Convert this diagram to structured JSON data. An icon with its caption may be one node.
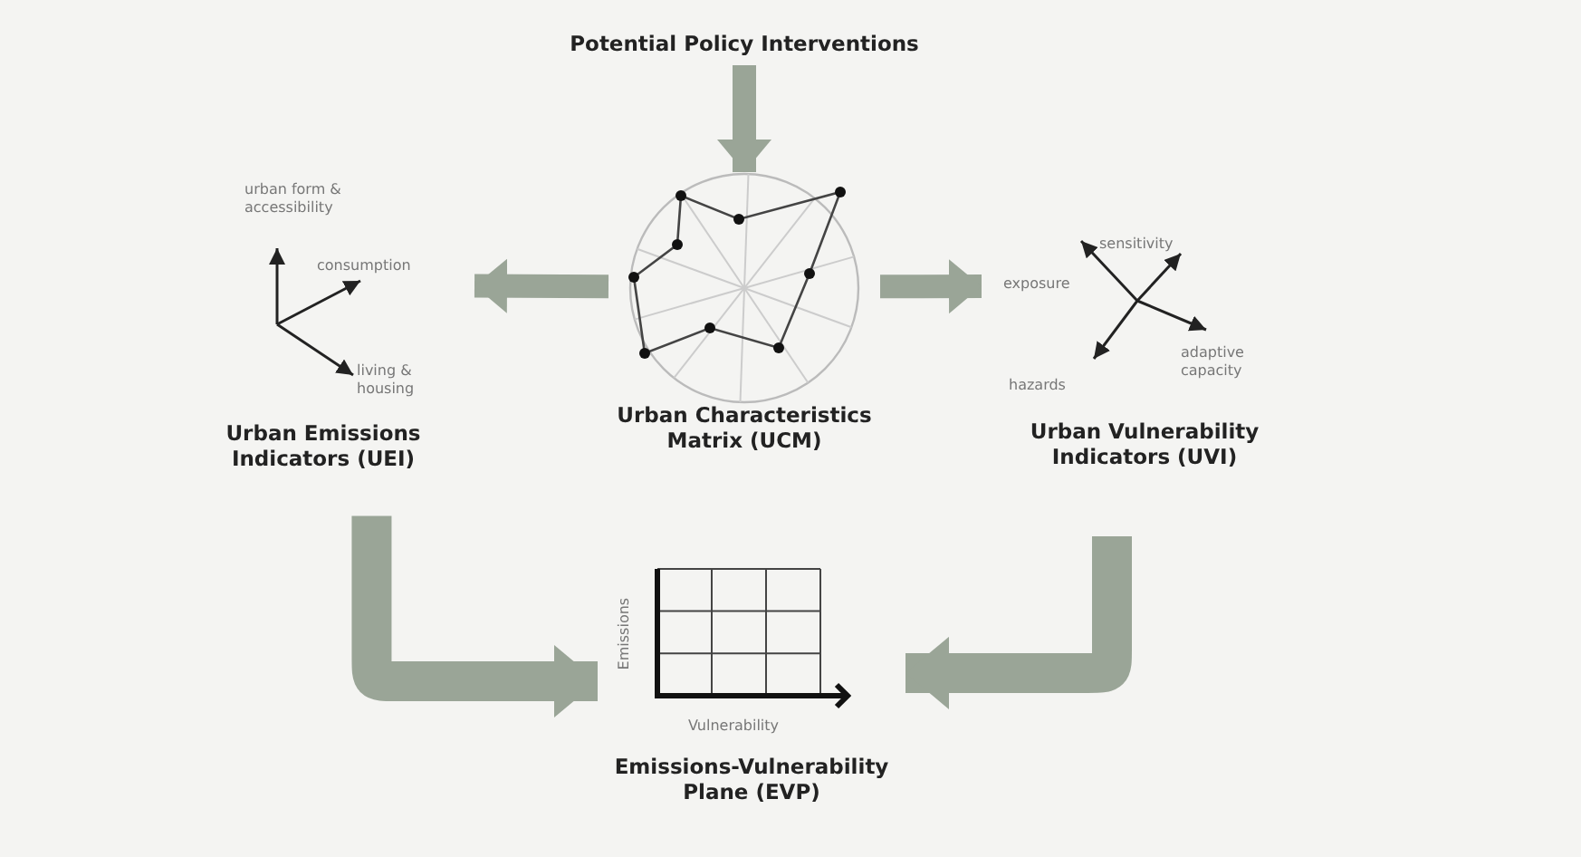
{
  "diagram": {
    "nodes": [
      {
        "text": [
          "Potential Policy Interventions"
        ]
      },
      {
        "text": [
          "Urban Characteristics Matrix (UCM)"
        ]
      },
      {
        "text": [
          "urban form & accessibility",
          "consumption",
          "living & housing",
          "Urban Emissions Indicators (UEI)"
        ]
      },
      {
        "text": [
          "sensitivity",
          "exposure",
          "adaptive capacity",
          "hazards",
          "Urban Vulnerability Indicators (UVI)"
        ]
      },
      {
        "text": [
          "Emissions",
          "Vulnerability",
          "Emissions-Vulnerability Plane (EVP)"
        ]
      }
    ],
    "edges": [
      {
        "from": 0,
        "to": 1,
        "arrow": "to"
      },
      {
        "from": 1,
        "to": 2,
        "arrow": "to"
      },
      {
        "from": 1,
        "to": 3,
        "arrow": "to"
      },
      {
        "from": 2,
        "to": 4,
        "arrow": "to"
      },
      {
        "from": 3,
        "to": 4,
        "arrow": "to"
      }
    ]
  }
}
